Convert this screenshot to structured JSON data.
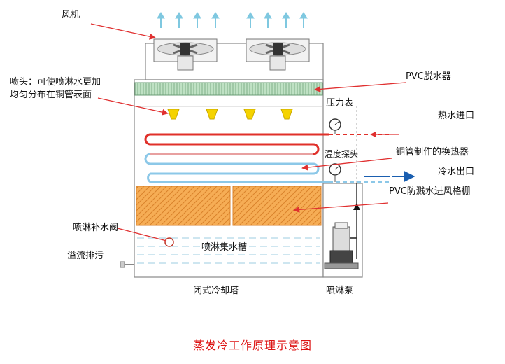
{
  "labels": {
    "fan": "风机",
    "nozzle": "喷头：可使喷淋水更加",
    "nozzle_line2": "均匀分布在铜管表面",
    "pvc_eliminator": "PVC脱水器",
    "pressure_gauge": "压力表",
    "hot_water_in": "热水进口",
    "temp_probe": "温度探头",
    "copper_exchanger": "铜管制作的换热器",
    "cold_water_out": "冷水出口",
    "pvc_louver": "PVC防溅水进风格栅",
    "makeup_valve": "喷淋补水阀",
    "overflow_drain": "溢流排污",
    "collection_tank": "喷淋集水槽",
    "tower_name": "闭式冷却塔",
    "spray_pump": "喷淋泵"
  },
  "title": "蒸发冷工作原理示意图",
  "colors": {
    "hot_pipe": "#e0302a",
    "cold_pipe": "#8cc8e8",
    "leader": "#e03030",
    "fill": "#f4a64a",
    "nozzle": "#f5d300",
    "title": "#dd1111",
    "arrow_out": "#1a5fb0"
  }
}
